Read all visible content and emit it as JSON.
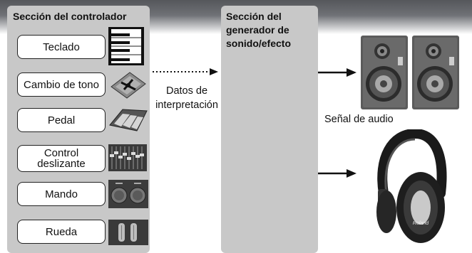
{
  "controller_section": {
    "title": "Sección del controlador",
    "items": [
      {
        "label": "Teclado",
        "icon": "keyboard-icon"
      },
      {
        "label": "Cambio de tono",
        "icon": "pitch-bend-icon"
      },
      {
        "label": "Pedal",
        "icon": "pedal-icon"
      },
      {
        "label": "Control deslizante",
        "icon": "slider-icon"
      },
      {
        "label": "Mando",
        "icon": "knob-icon"
      },
      {
        "label": "Rueda",
        "icon": "wheel-icon"
      }
    ]
  },
  "performance_data_label": "Datos de interpretación",
  "generator_section": {
    "title": "Sección del generador de sonido/efecto"
  },
  "audio_signal_label": "Señal de audio",
  "outputs": {
    "speaker_brand": "",
    "headphone_brand": "Roland"
  },
  "colors": {
    "panel": "#c8c8c8",
    "box_border": "#222222",
    "top_band": "#6f7176"
  }
}
